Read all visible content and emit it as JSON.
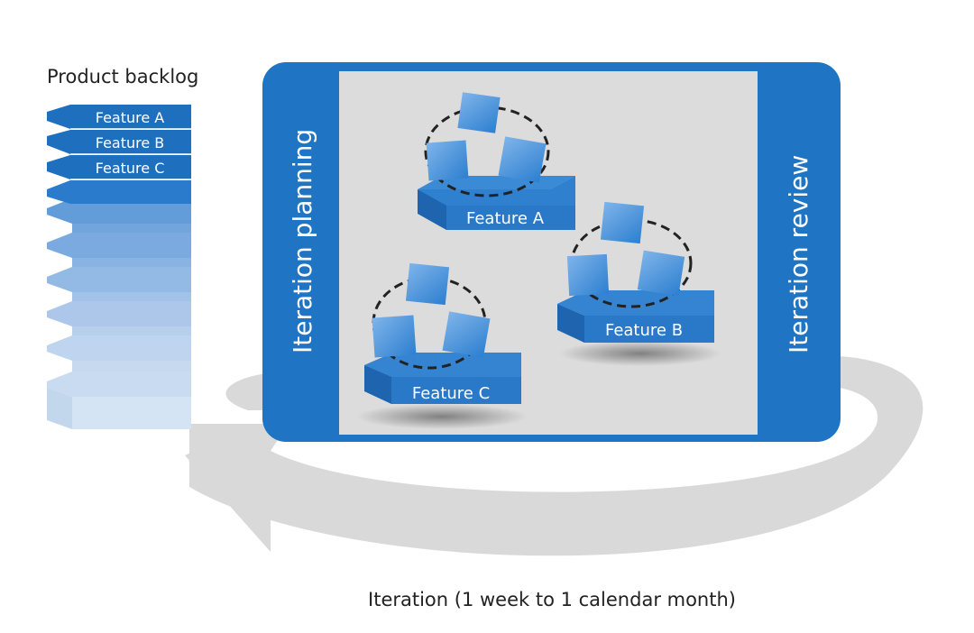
{
  "backlog": {
    "title": "Product backlog",
    "items": [
      "Feature A",
      "Feature B",
      "Feature C"
    ]
  },
  "iteration_panel": {
    "planning_label": "Iteration planning",
    "review_label": "Iteration review",
    "features": [
      {
        "label": "Feature A"
      },
      {
        "label": "Feature B"
      },
      {
        "label": "Feature C"
      }
    ]
  },
  "cycle_caption": "Iteration (1 week to 1 calendar month)",
  "colors": {
    "blue": "#1f74c4",
    "blue_dark": "#145694",
    "blue_light": "#bcd3ee",
    "gray_panel": "#dcdcdc",
    "gray_arrow": "#d9d9d9"
  }
}
